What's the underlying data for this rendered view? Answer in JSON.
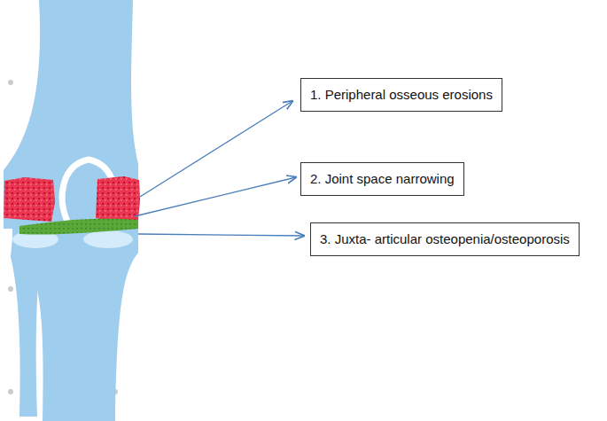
{
  "diagram": {
    "nodes": [
      {
        "text": [
          "1. Peripheral osseous erosions"
        ]
      },
      {
        "text": [
          "2. Joint space narrowing"
        ]
      },
      {
        "text": [
          "3. Juxta- articular osteopenia/osteoporosis"
        ]
      }
    ],
    "edges": []
  }
}
